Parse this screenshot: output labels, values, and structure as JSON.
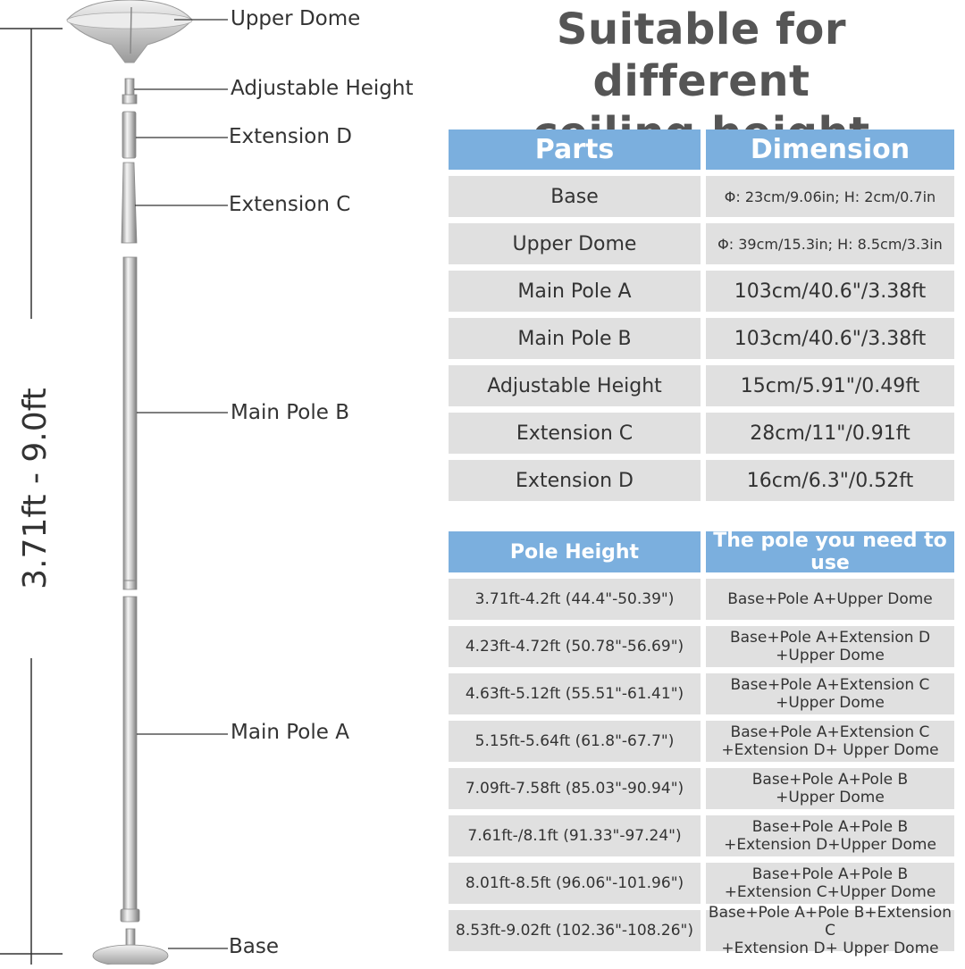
{
  "diagram": {
    "height_range": "3.71ft - 9.0ft",
    "labels": {
      "upper_dome": "Upper Dome",
      "adjustable_height": "Adjustable Height",
      "extension_d": "Extension D",
      "extension_c": "Extension C",
      "main_pole_b": "Main Pole B",
      "main_pole_a": "Main Pole A",
      "base": "Base"
    }
  },
  "title": {
    "line1": "Suitable for different",
    "line2": "ceiling height"
  },
  "dimensions_table": {
    "headers": [
      "Parts",
      "Dimension"
    ],
    "rows": [
      [
        "Base",
        "Φ: 23cm/9.06in; H: 2cm/0.7in"
      ],
      [
        "Upper Dome",
        "Φ: 39cm/15.3in; H: 8.5cm/3.3in"
      ],
      [
        "Main Pole A",
        "103cm/40.6\"/3.38ft"
      ],
      [
        "Main Pole B",
        "103cm/40.6\"/3.38ft"
      ],
      [
        "Adjustable Height",
        "15cm/5.91\"/0.49ft"
      ],
      [
        "Extension C",
        "28cm/11\"/0.91ft"
      ],
      [
        "Extension D",
        "16cm/6.3\"/0.52ft"
      ]
    ]
  },
  "usage_table": {
    "headers": [
      "Pole Height",
      "The pole you need to use"
    ],
    "rows": [
      [
        "3.71ft-4.2ft (44.4\"-50.39\")",
        "Base+Pole A+Upper Dome",
        ""
      ],
      [
        "4.23ft-4.72ft (50.78\"-56.69\")",
        "Base+Pole A+Extension D",
        "+Upper Dome"
      ],
      [
        "4.63ft-5.12ft (55.51\"-61.41\")",
        "Base+Pole A+Extension C",
        "+Upper Dome"
      ],
      [
        "5.15ft-5.64ft (61.8\"-67.7\")",
        "Base+Pole A+Extension C",
        "+Extension D+ Upper Dome"
      ],
      [
        "7.09ft-7.58ft (85.03\"-90.94\")",
        "Base+Pole A+Pole B",
        "+Upper Dome"
      ],
      [
        "7.61ft-/8.1ft (91.33\"-97.24\")",
        "Base+Pole A+Pole B",
        "+Extension D+Upper Dome"
      ],
      [
        "8.01ft-8.5ft (96.06\"-101.96\")",
        "Base+Pole A+Pole B",
        "+Extension C+Upper Dome"
      ],
      [
        "8.53ft-9.02ft (102.36\"-108.26\")",
        "Base+Pole A+Pole B+Extension C",
        "+Extension D+ Upper Dome"
      ]
    ]
  }
}
